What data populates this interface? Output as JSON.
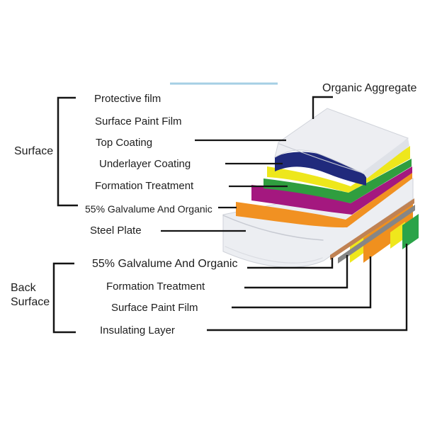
{
  "labels": {
    "organic_aggregate": "Organic Aggregate",
    "surface_group": {
      "label": "Surface",
      "items": [
        "Protective film",
        "Surface Paint Film",
        "Top Coating",
        "Underlayer Coating",
        "Formation Treatment",
        "55% Galvalume And Organic"
      ]
    },
    "steel_plate": "Steel Plate",
    "back_surface_group": {
      "label": "Back Surface",
      "items": [
        "55% Galvalume And Organic",
        "Formation Treatment",
        "Surface Paint Film",
        "Insulating Layer"
      ]
    }
  },
  "colors": {
    "text": "#1d1d1d",
    "leader_line": "#141414",
    "protective_film_line": "#a5cfe4",
    "slab_top": "#edeef2",
    "slab_side": "#dfe2e8",
    "slab_edge": "#c9ccd4",
    "navy": "#202a7c",
    "yellow": "#eee71c",
    "green": "#2f9e3f",
    "magenta": "#a4187f",
    "orange": "#f19122",
    "steel": "#eceef2",
    "steel_side": "#e6e8ee",
    "copper": "#c08253",
    "gray": "#868686",
    "bottom_yellow": "#efe71c",
    "bottom_orange": "#f0901e",
    "bottom_green": "#2ba449",
    "background": "#ffffff"
  }
}
